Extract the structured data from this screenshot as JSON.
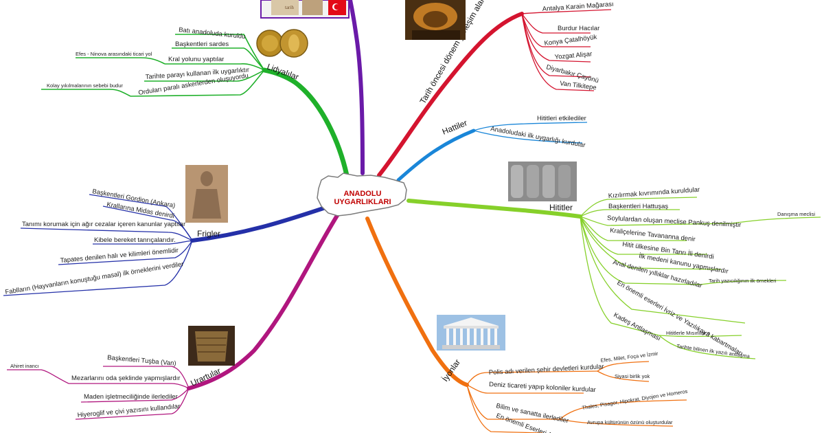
{
  "center": {
    "line1": "ANADOLU",
    "line2": "UYGARLIKLARI"
  },
  "branches": {
    "lidya": {
      "title": "Lidyalılar",
      "color": "#1fb02a",
      "items": [
        "Batı anadoluda kuruldu",
        "Başkentleri sardes",
        "Kral yolunu yaptılar",
        "Tarihte parayı kullanan ilk uygarlıktır",
        "Orduları paralı askerlerden oluşuyordu"
      ],
      "subs": [
        "Efes - Ninova arasındaki ticari yol",
        "Kolay yıkılmalarının sebebi budur"
      ]
    },
    "tarih": {
      "title": "Tarih öncesi dönem yerleşim alanları",
      "color": "#d4142f",
      "items": [
        "Antalya Karain Mağarası",
        "Burdur Hacılar",
        "Konya Çatalhöyük",
        "Yozgat Alişar",
        "Diyarbakır Çayönü",
        "Van Tilkitepe"
      ]
    },
    "hatti": {
      "title": "Hattiler",
      "color": "#1a86d8",
      "items": [
        "Hititleri etkilediler",
        "Anadoludaki ilk uygarlığı kurdular"
      ]
    },
    "hitit": {
      "title": "Hititler",
      "color": "#86d02a",
      "items": [
        "Kızılırmak kıvrımında kuruldular",
        "Başkentleri Hattuşaş",
        "Soylulardan oluşan meclise Pankuş denilmiştir",
        "Kraliçelerine Tavananna denir",
        "Hitit ülkesine Bin Tanrı İli denirdi",
        "İlk medeni kanunu yapmışlardır",
        "Anal denilen yıllıklar hazırladılar",
        "En önemli eserleri İvriz ve Yazılıkaya kabartmaları",
        "Kadeş Antlaşması"
      ],
      "subs": [
        "Danışma meclisi",
        "Tarih yazıcılığının ilk örnekleri",
        "Hititlerle Mısırlılar a",
        "Tarihte bilinen ilk yazılı antlaşma"
      ]
    },
    "frig": {
      "title": "Frigler",
      "color": "#2430a8",
      "items": [
        "Başkentleri Gordion (Ankara)",
        "Krallarına Midas denirdi",
        "Tanımı korumak için ağır cezalar içeren kanunlar yaptılar",
        "Kibele bereket tanrıçalarıdır.",
        "Tapates denilen halı ve kilimleri önemlidir",
        "Fablların (Hayvanların konuştuğu masal) ilk örneklerini verdiler"
      ]
    },
    "urartu": {
      "title": "Urartular",
      "color": "#b0167e",
      "items": [
        "Başkentleri Tuşba (Van)",
        "Mezarlarını oda şeklinde yapmışlardır",
        "Maden işletmeciliğinde ilerlediler",
        "Hiyeroglif ve çivi yazısını kullandılar"
      ],
      "subs": [
        "Ahiret inancı"
      ]
    },
    "iyon": {
      "title": "İyonlar",
      "color": "#f07010",
      "items": [
        "Polis adı verilen şehir devletleri kurdular",
        "Deniz ticareti yapıp koloniler kurdular",
        "Bilim ve sanatta ilerlediler",
        "En önemli Eserleri A"
      ],
      "subs": [
        "Efes, Milet, Foça ve İzmir",
        "Siyasi birlik yok",
        "Thales, Pisagor, Hipokrat, Diyojen ve Homeros",
        "Avrupa kültürünün özünü oluşturdular"
      ]
    },
    "top": {
      "color": "#6a1aa8"
    }
  },
  "images": {
    "top_banner": {
      "text": "tarih",
      "flag_color": "#e30a17"
    },
    "coins": "coins-image",
    "cave": "cave-image",
    "relief": "relief-image",
    "statue": "statue-image",
    "temple": "temple-image",
    "cauldron": "cauldron-image"
  }
}
